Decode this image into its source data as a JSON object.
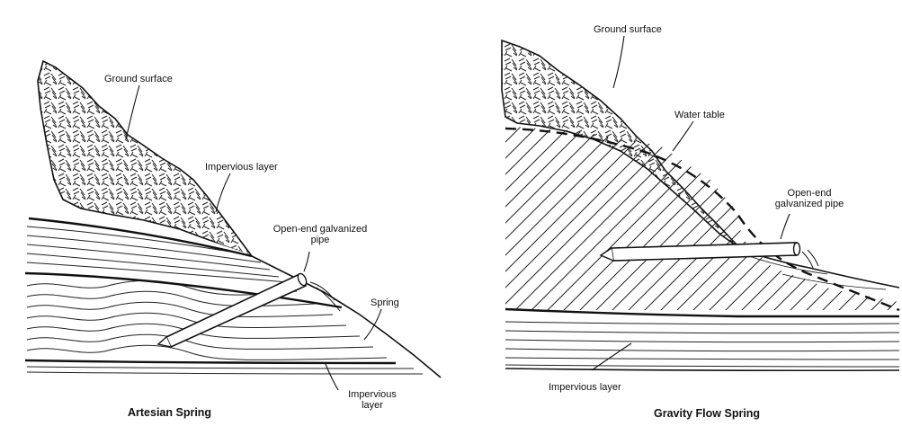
{
  "left": {
    "caption": "Artesian Spring",
    "labels": {
      "ground_surface": "Ground surface",
      "impervious_top": "Impervious layer",
      "pipe_line1": "Open-end galvanized",
      "pipe_line2": "pipe",
      "spring": "Spring",
      "impervious_bottom_line1": "Impervious",
      "impervious_bottom_line2": "layer"
    }
  },
  "right": {
    "caption": "Gravity Flow Spring",
    "labels": {
      "ground_surface": "Ground surface",
      "water_table": "Water table",
      "pipe_line1": "Open-end",
      "pipe_line2": "galvanized pipe",
      "impervious": "Impervious layer"
    }
  }
}
